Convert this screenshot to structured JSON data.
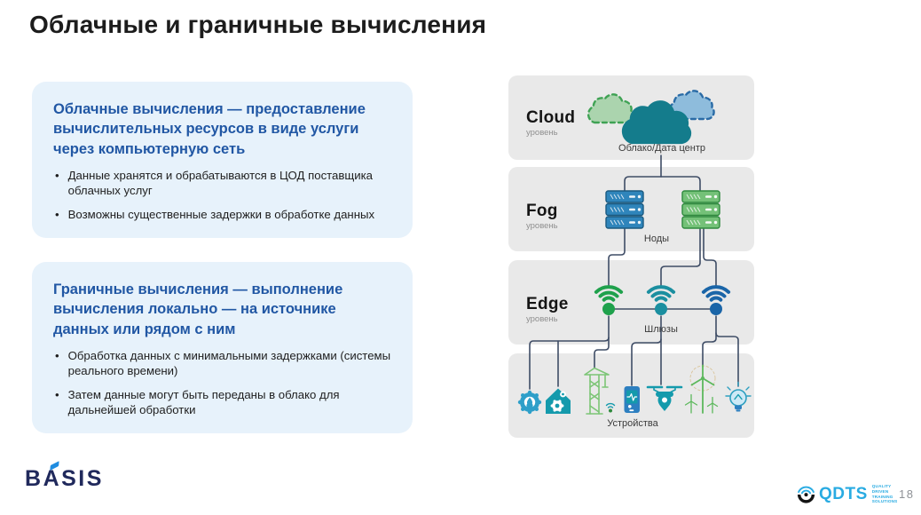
{
  "slide": {
    "title": "Облачные и граничные вычисления",
    "page_number": "18"
  },
  "info_boxes": [
    {
      "heading": "Облачные вычисления — предоставление вычислительных ресурсов в виде услуги через компьютерную сеть",
      "bullets": [
        "Данные хранятся и обрабатываются в ЦОД поставщика облачных услуг",
        "Возможны существенные задержки в обработке данных"
      ]
    },
    {
      "heading": "Граничные вычисления — выполнение вычисления локально — на источнике данных или рядом с ним",
      "bullets": [
        "Обработка данных с минимальными задержками (системы реального времени)",
        "Затем данные могут быть переданы в облако для дальнейшей обработки"
      ]
    }
  ],
  "diagram": {
    "levels": [
      {
        "label": "Cloud",
        "sublabel": "уровень",
        "caption": "Облако/Дата центр"
      },
      {
        "label": "Fog",
        "sublabel": "уровень",
        "caption": "Ноды"
      },
      {
        "label": "Edge",
        "sublabel": "уровень",
        "caption": "Шлюзы"
      },
      {
        "label": "",
        "sublabel": "",
        "caption": "Устройства"
      }
    ],
    "icons": [
      "green-cloud",
      "teal-cloud",
      "blue-cloud",
      "blue-server-stack",
      "green-server-stack",
      "green-wifi",
      "teal-wifi",
      "blue-wifi",
      "iot-sensor",
      "smart-home",
      "construction-crane",
      "smartphone",
      "drone",
      "wind-turbine",
      "smart-bulb"
    ]
  },
  "footer": {
    "basis_logo_b": "B",
    "basis_logo_a": "A",
    "basis_logo_sis": "SIS",
    "qdts_logo_text": "QDTS",
    "qdts_tagline_lines": [
      "QUALITY",
      "DRIVEN",
      "TRAINING",
      "SOLUTIONS"
    ]
  },
  "colors": {
    "heading_blue": "#2157a4",
    "panel_blue": "#e7f2fb",
    "panel_gray": "#e9e9e9",
    "connector_line": "#3f4d66",
    "green": "#1fa14c",
    "teal": "#147c8c",
    "blue": "#1a65a8",
    "qdts_blue": "#29abe2",
    "basis_navy": "#20295c",
    "basis_accent_blue": "#1f8ce0"
  }
}
